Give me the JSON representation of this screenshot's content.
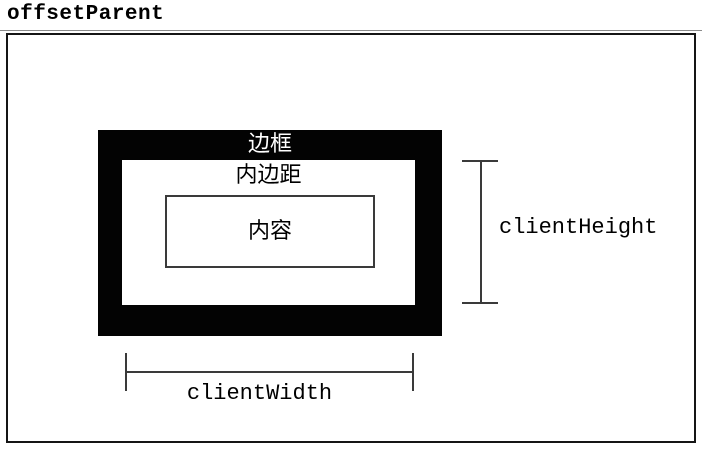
{
  "page": {
    "title": "offsetParent"
  },
  "diagram": {
    "border_box_label": "边框",
    "padding_box_label": "内边距",
    "content_box_label": "内容",
    "measurements": {
      "client_height": "clientHeight",
      "client_width": "clientWidth"
    }
  },
  "colors": {
    "background": "#ffffff",
    "ink": "#000000",
    "border_box_fill": "#030303",
    "measure_line": "#3a3a3a",
    "outer_border": "#151515",
    "top_rule": "#8a8a8a"
  }
}
